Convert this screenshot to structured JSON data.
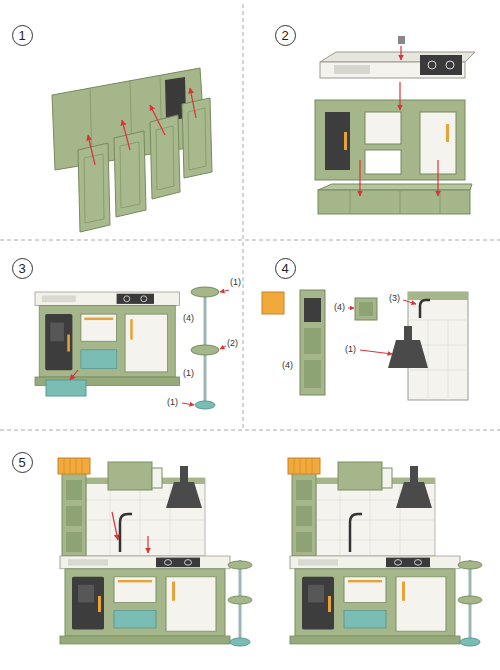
{
  "diagram": {
    "nodes": [
      {
        "text": [
          "1"
        ]
      },
      {
        "text": [
          "2"
        ]
      },
      {
        "text": [
          "3"
        ]
      },
      {
        "text": [
          "4"
        ]
      },
      {
        "text": [
          "5"
        ]
      }
    ],
    "labels": [
      "(1)",
      "(4)",
      "(2)",
      "(1)",
      "(1)",
      "(4)",
      "(3)",
      "(1)",
      "(4)"
    ]
  }
}
